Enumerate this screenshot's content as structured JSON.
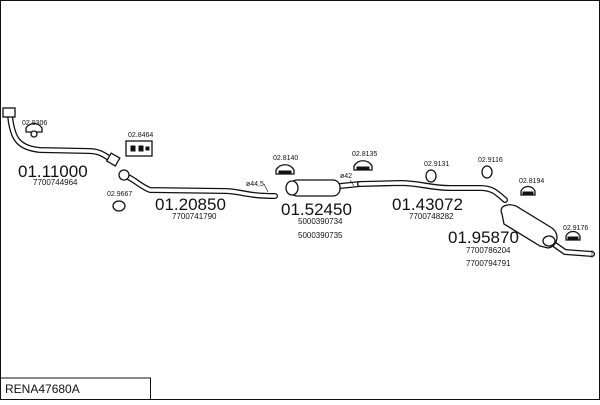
{
  "diagram": {
    "reference": "RENA47680A",
    "parts": [
      {
        "number": "01.11000",
        "oem": [
          "7700744964"
        ]
      },
      {
        "number": "01.20850",
        "oem": [
          "7700741790"
        ]
      },
      {
        "number": "01.52450",
        "oem": [
          "5000390734",
          "5000390735"
        ]
      },
      {
        "number": "01.43072",
        "oem": [
          "7700748282"
        ]
      },
      {
        "number": "01.95870",
        "oem": [
          "7700786204",
          "7700794791"
        ]
      }
    ],
    "accessories": [
      "02.9306",
      "02.8464",
      "02.9667",
      "02.8140",
      "02.8135",
      "02.9131",
      "02.9116",
      "02.8194",
      "02.9176"
    ],
    "diameters": [
      "ø44,5",
      "ø42"
    ]
  }
}
